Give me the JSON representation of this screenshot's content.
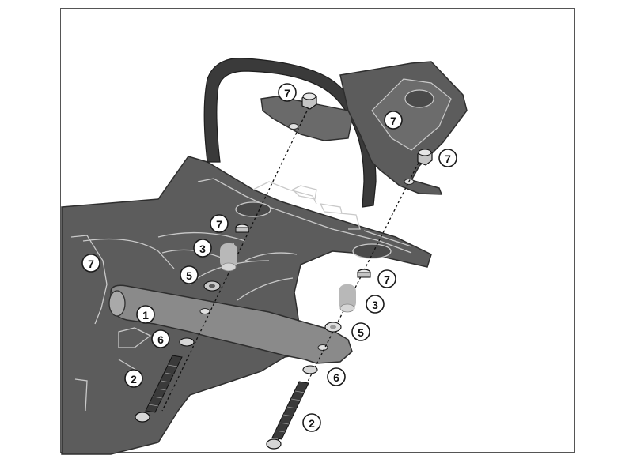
{
  "colors": {
    "body_panel": "#5c5c5c",
    "panel_edge": "#2e2e2e",
    "panel_light_line": "#c9c9c9",
    "bracket": "#7a7a7a",
    "hardware": "#b8b8b8",
    "handle": "#3a3a3a",
    "frame_border": "#555555"
  },
  "callouts": [
    {
      "label": "7"
    },
    {
      "label": "7"
    },
    {
      "label": "7"
    },
    {
      "label": "7"
    },
    {
      "label": "7"
    },
    {
      "label": "3"
    },
    {
      "label": "3"
    },
    {
      "label": "5"
    },
    {
      "label": "5"
    },
    {
      "label": "1"
    },
    {
      "label": "6"
    },
    {
      "label": "6"
    },
    {
      "label": "2"
    },
    {
      "label": "2"
    }
  ]
}
